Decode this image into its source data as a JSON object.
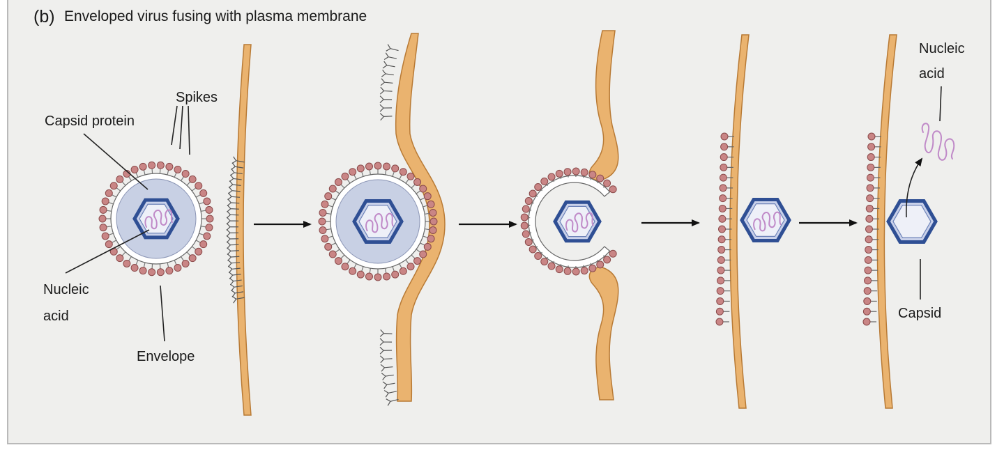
{
  "figure": {
    "panel_letter": "(b)",
    "title": "Enveloped virus fusing with plasma membrane"
  },
  "labels": {
    "spikes": "Spikes",
    "capsid_protein": "Capsid protein",
    "nucleic_acid_line1": "Nucleic",
    "nucleic_acid_line2": "acid",
    "envelope": "Envelope",
    "released_nucleic_line1": "Nucleic",
    "released_nucleic_line2": "acid",
    "capsid": "Capsid"
  },
  "colors": {
    "membrane_fill": "#eab36f",
    "membrane_stroke": "#b87a35",
    "spike_knob": "#c98585",
    "spike_knob_stroke": "#8a4a4a",
    "envelope_fill": "#ffffff",
    "core_fill": "#c8d0e4",
    "capsid_stroke": "#2f4f94",
    "capsid_fill": "#c9d1ea",
    "nucleic_acid": "#c08ac8",
    "receptor": "#555555"
  }
}
